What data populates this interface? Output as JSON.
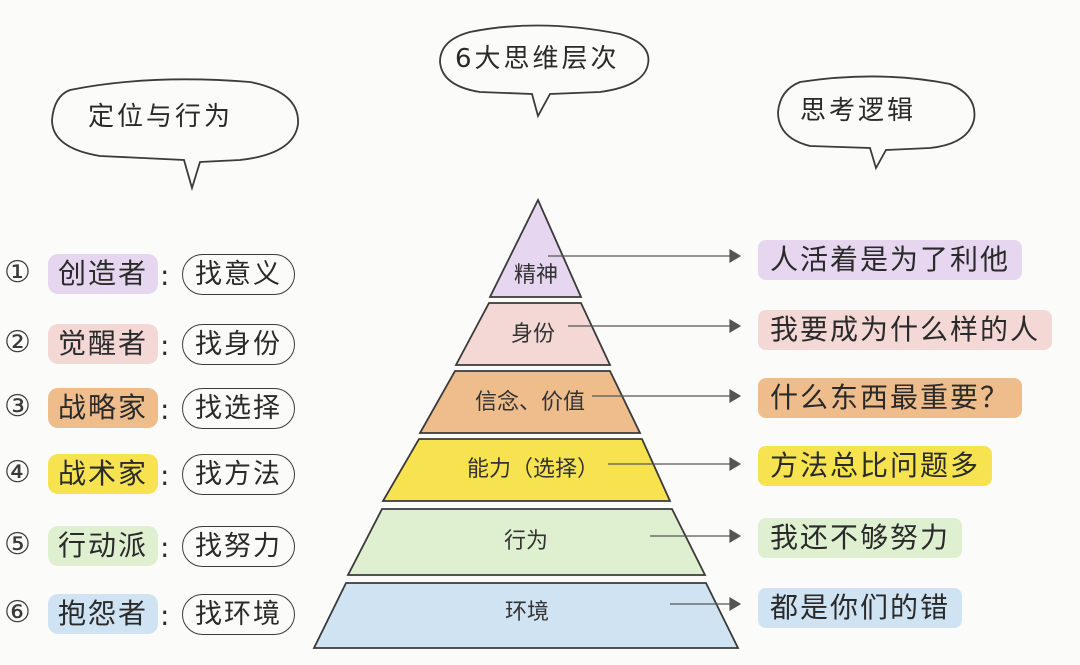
{
  "title": "6大思维层次",
  "left_header": "定位与行为",
  "right_header": "思考逻辑",
  "separator": ":",
  "colors": {
    "purple": "#e6d6ef",
    "pink": "#f3d8d6",
    "orange": "#efbd8c",
    "yellow": "#f7e34f",
    "green": "#dff0d0",
    "blue": "#cfe3f3"
  },
  "levels": [
    {
      "num": "①",
      "role": "创造者",
      "seek": "找意义",
      "layer": "精神",
      "logic": "人活着是为了利他",
      "color": "#e6d6ef"
    },
    {
      "num": "②",
      "role": "觉醒者",
      "seek": "找身份",
      "layer": "身份",
      "logic": "我要成为什么样的人",
      "color": "#f3d8d6"
    },
    {
      "num": "③",
      "role": "战略家",
      "seek": "找选择",
      "layer": "信念、价值",
      "logic": "什么东西最重要？",
      "color": "#efbd8c"
    },
    {
      "num": "④",
      "role": "战术家",
      "seek": "找方法",
      "layer": "能力（选择）",
      "logic": "方法总比问题多",
      "color": "#f7e34f"
    },
    {
      "num": "⑤",
      "role": "行动派",
      "seek": "找努力",
      "layer": "行为",
      "logic": "我还不够努力",
      "color": "#dff0d0"
    },
    {
      "num": "⑥",
      "role": "抱怨者",
      "seek": "找环境",
      "layer": "环境",
      "logic": "都是你们的错",
      "color": "#cfe3f3"
    }
  ]
}
